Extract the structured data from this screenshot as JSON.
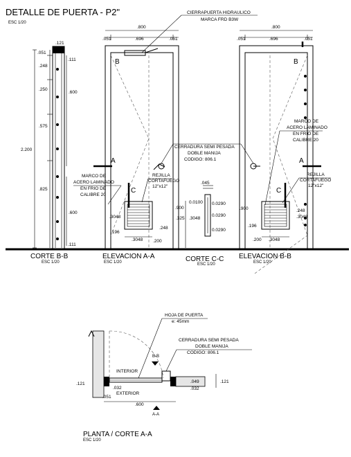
{
  "header": {
    "title": "DETALLE DE PUERTA - P2\"",
    "scale": "ESC 1/20"
  },
  "annotations": {
    "door_closer": [
      "CIERRAPUERTA HIDRAULICO",
      "MARCA FRD B3W"
    ],
    "lock": [
      "CERRADURA SEMI PESADA",
      "DOBLE MANIJA",
      "CODIGO:      806.1"
    ],
    "frame_left": [
      "MARCO DE",
      "ACERO LAMINADO",
      "EN FRIO DE",
      "CALIBRE 20"
    ],
    "frame_right": [
      "MARCO DE",
      "ACERO LAMINADO",
      "EN FRIO DE",
      "CALIBRE 20"
    ],
    "grille_left": [
      "REJILLA",
      "CORTAFUEGO",
      "12\"x12\""
    ],
    "grille_right": [
      "REJILLA",
      "CORTAFUEGO",
      "12\"x12\""
    ],
    "door_leaf": [
      "HOJA DE PUERTA",
      "e: 45mm"
    ],
    "plan_lock": [
      "CERRADURA SEMI PESADA",
      "DOBLE MANIJA",
      "CODIGO:      806.1"
    ],
    "interior": "INTERIOR",
    "exterior": "EXTERIOR"
  },
  "markers": {
    "A": "A",
    "B": "B",
    "C": "C",
    "BB": "B-B",
    "AA": "A-A"
  },
  "sections": {
    "corte_bb": {
      "label": "CORTE B-B",
      "scale": "ESC 1/20"
    },
    "elev_aa": {
      "label": "ELEVACION A-A",
      "scale": "ESC 1/20"
    },
    "corte_cc": {
      "label": "CORTE C-C",
      "scale": "ESC 1/20"
    },
    "elev_bb": {
      "label": "ELEVACION B-B",
      "scale": "ESC 1/20"
    },
    "planta": {
      "label": "PLANTA / CORTE A-A",
      "scale": "ESC 1/20"
    }
  },
  "dims": {
    "bb_121": ".121",
    "bb_051": ".051",
    "bb_111a": ".111",
    "bb_248": ".248",
    "bb_250": ".250",
    "bb_600a": ".600",
    "bb_575": ".575",
    "bb_2200": "2.200",
    "bb_825": ".825",
    "bb_600b": ".600",
    "bb_111b": ".111",
    "ea_800": ".800",
    "ea_051a": ".051",
    "ea_696": ".696",
    "ea_051b": ".051",
    "ea_3048a": ".3048",
    "ea_196": ".196",
    "ea_248": ".248",
    "ea_3048b": ".3048",
    "ea_200": ".200",
    "cc_045": ".045",
    "cc_0100": "0.0100",
    "cc_0290a": "0.0290",
    "cc_0290b": "0.0290",
    "cc_0290c": "0.0290",
    "cc_900": ".900",
    "cc_325": ".325",
    "cc_3048": ".3048",
    "eb_800": ".800",
    "eb_051a": ".051",
    "eb_696": ".696",
    "eb_051b": ".051",
    "eb_900": ".900",
    "eb_196": ".196",
    "eb_248": ".248",
    "eb_3048a": ".3048",
    "eb_200": ".200",
    "eb_3048b": ".3048",
    "pl_121a": ".121",
    "pl_051": ".051",
    "pl_032a": ".032",
    "pl_049": ".049",
    "pl_032b": ".032",
    "pl_121b": ".121",
    "pl_600": ".600"
  }
}
